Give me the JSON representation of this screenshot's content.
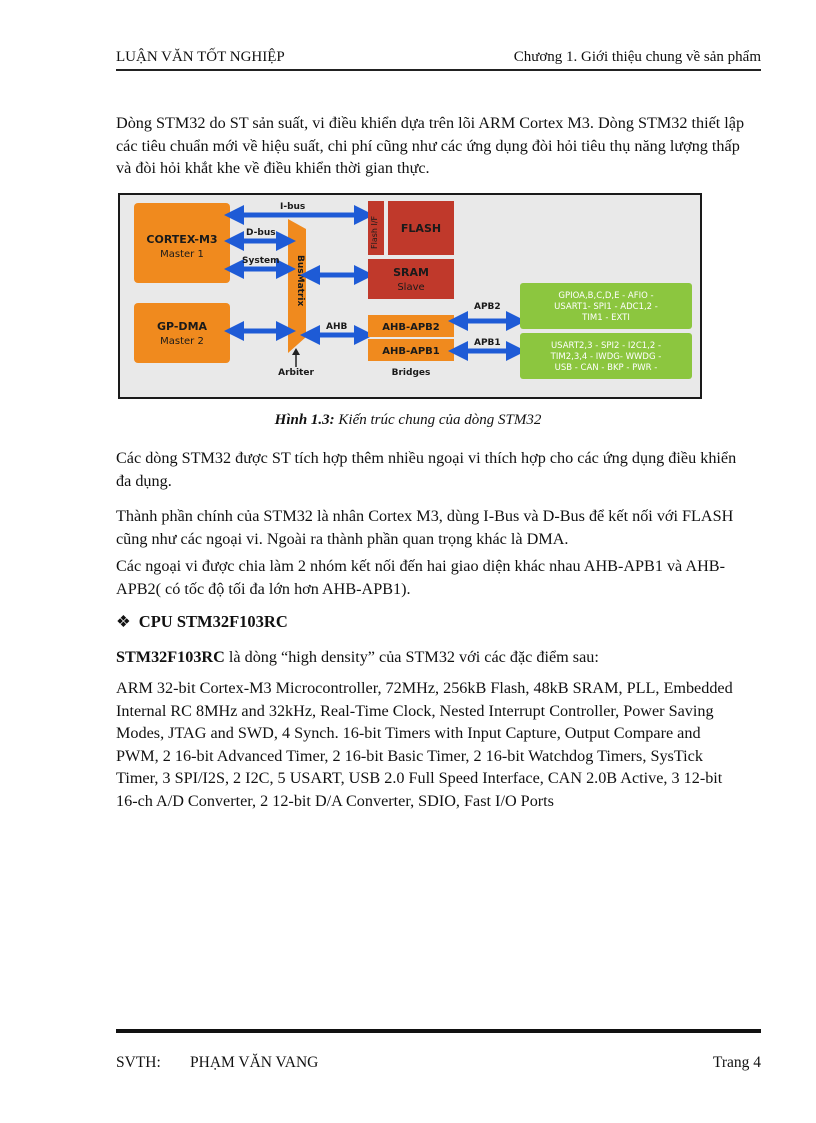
{
  "header": {
    "left": "LUẬN VĂN TỐT NGHIỆP",
    "right": "Chương 1.   Giới thiệu chung về sản phẩm"
  },
  "intro": "Dòng STM32 do ST sản suất, vi điều khiển dựa trên lõi ARM Cortex M3. Dòng STM32 thiết lập các tiêu chuẩn mới về hiệu suất, chi phí cũng như các ứng dụng đòi hỏi tiêu thụ năng lượng thấp và đòi hỏi khắt khe về điều khiển thời gian thực.",
  "diagram": {
    "cortex_title": "CORTEX-M3",
    "cortex_sub": "Master 1",
    "dma_title": "GP-DMA",
    "dma_sub": "Master 2",
    "ibus": "I-bus",
    "dbus": "D-bus",
    "system": "System",
    "busmatrix": "BusMatrix",
    "flash_if": "Flash I/F",
    "flash": "FLASH",
    "sram": "SRAM",
    "sram_sub": "Slave",
    "ahb": "AHB",
    "ahb_apb2": "AHB-APB2",
    "ahb_apb1": "AHB-APB1",
    "apb2": "APB2",
    "apb1": "APB1",
    "arbiter": "Arbiter",
    "bridges": "Bridges",
    "apb2_periph": [
      "GPIOA,B,C,D,E - AFIO -",
      "USART1- SPI1 - ADC1,2 -",
      "TIM1 - EXTI"
    ],
    "apb1_periph": [
      "USART2,3 - SPI2 - I2C1,2 -",
      "TIM2,3,4 - IWDG- WWDG -",
      "USB - CAN - BKP - PWR -"
    ],
    "colors": {
      "orange": "#f08a1e",
      "red": "#c0392b",
      "green": "#8cc63f",
      "blue": "#1e5bd6",
      "background": "#e9e9e9"
    }
  },
  "caption": {
    "label": "Hình 1.3:",
    "text": " Kiến trúc chung của dòng STM32"
  },
  "para2": "Các dòng STM32 được ST tích hợp thêm nhiều ngoại vi thích hợp cho các ứng dụng điều khiển đa dụng.",
  "para3": "Thành phần chính của STM32 là nhân Cortex M3, dùng I-Bus và D-Bus để kết nối với FLASH cũng như các ngoại vi. Ngoài ra thành phần quan trọng khác là DMA.",
  "para4": "Các ngoại vi được chia làm 2 nhóm kết nối đến hai giao diện khác nhau AHB-APB1 và AHB-APB2( có tốc độ tối đa lớn hơn AHB-APB1).",
  "heading": {
    "bullet": "❖",
    "text": "CPU STM32F103RC"
  },
  "para5": {
    "bold": "STM32F103RC",
    "rest": " là dòng “high density” của STM32 với các đặc điểm sau:"
  },
  "para6": "ARM 32-bit Cortex-M3 Microcontroller, 72MHz, 256kB Flash, 48kB SRAM, PLL, Embedded Internal RC 8MHz and 32kHz, Real-Time Clock, Nested Interrupt Controller, Power Saving Modes, JTAG and SWD, 4 Synch. 16-bit Timers with Input Capture, Output Compare and PWM, 2 16-bit Advanced Timer, 2 16-bit Basic Timer, 2 16-bit Watchdog Timers, SysTick Timer, 3 SPI/I2S, 2 I2C, 5 USART, USB 2.0 Full Speed Interface, CAN 2.0B Active, 3 12-bit 16-ch A/D Converter, 2 12-bit D/A Converter, SDIO, Fast I/O Ports",
  "footer": {
    "svth": "SVTH:",
    "name": "PHẠM VĂN VANG",
    "page": "Trang 4"
  }
}
